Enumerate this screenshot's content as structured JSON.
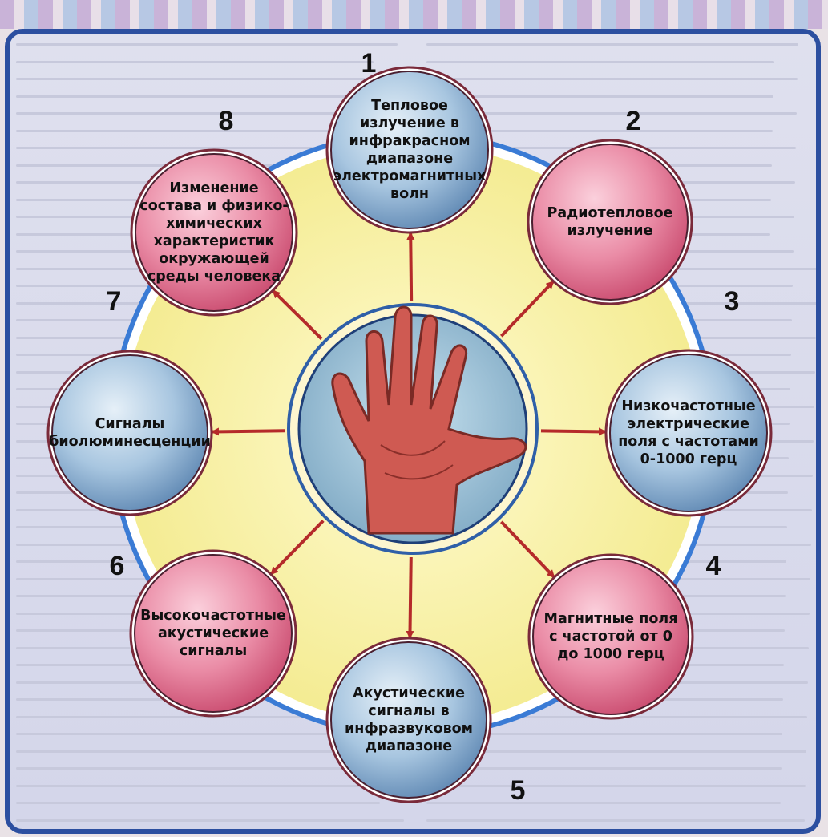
{
  "title": "",
  "center": {
    "image": "open-palm-hand"
  },
  "colors": {
    "frame_border": "#2c4fa0",
    "inner_ring_fill": "#f7f2a6",
    "ring_outline": "#3a7bd5",
    "pink_node": "#e47a97",
    "blue_node": "#8fb3d4",
    "arrow": "#b52a2a"
  },
  "nodes": [
    {
      "number": "1",
      "label": "Тепловое излучение в инфракрасном диапазоне электромагнитных волн",
      "style": "blue"
    },
    {
      "number": "2",
      "label": "Радиотепловое излучение",
      "style": "pink"
    },
    {
      "number": "3",
      "label": "Низкочастотные электрические поля с частотами 0-1000 герц",
      "style": "blue"
    },
    {
      "number": "4",
      "label": "Магнитные поля с частотой от 0 до 1000 герц",
      "style": "pink"
    },
    {
      "number": "5",
      "label": "Акустические сигналы в инфразвуковом диапазоне",
      "style": "blue"
    },
    {
      "number": "6",
      "label": "Высокочастотные акустические сигналы",
      "style": "pink"
    },
    {
      "number": "7",
      "label": "Сигналы биолюминесценции",
      "style": "blue"
    },
    {
      "number": "8",
      "label": "Изменение состава и физико-химических характеристик окружающей среды человека",
      "style": "pink"
    }
  ]
}
